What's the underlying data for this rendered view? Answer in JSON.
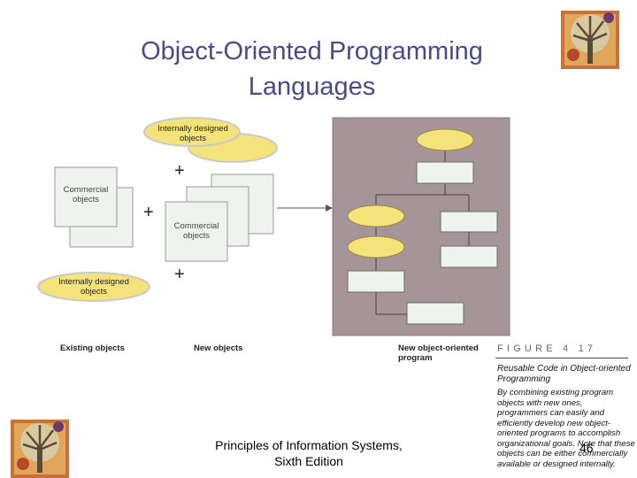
{
  "slide": {
    "title": "Object-Oriented Programming Languages",
    "footer": "Principles of Information Systems, Sixth Edition",
    "page_number": "46"
  },
  "figure": {
    "internally_designed_top": "Internally designed objects",
    "internally_designed_bottom": "Internally designed objects",
    "commercial_left": "Commercial objects",
    "commercial_mid": "Commercial objects",
    "plus": "+",
    "label_existing": "Existing objects",
    "label_new": "New objects",
    "label_program": "New object-oriented program",
    "caption_head": "FIGURE 4 17",
    "caption_title": "Reusable Code in Object-oriented Programming",
    "caption_body": "By combining existing program objects with new ones, programmers can easily and efficiently develop new object-oriented programs to accomplish organizational goals. Note that these objects can be either commercially available or designed internally."
  },
  "colors": {
    "title": "#4a4a8a",
    "oval_fill": "#f4e27a",
    "card_fill": "#eef3ee",
    "program_bg": "#a59598"
  },
  "icons": [
    "tree-logo-icon"
  ]
}
